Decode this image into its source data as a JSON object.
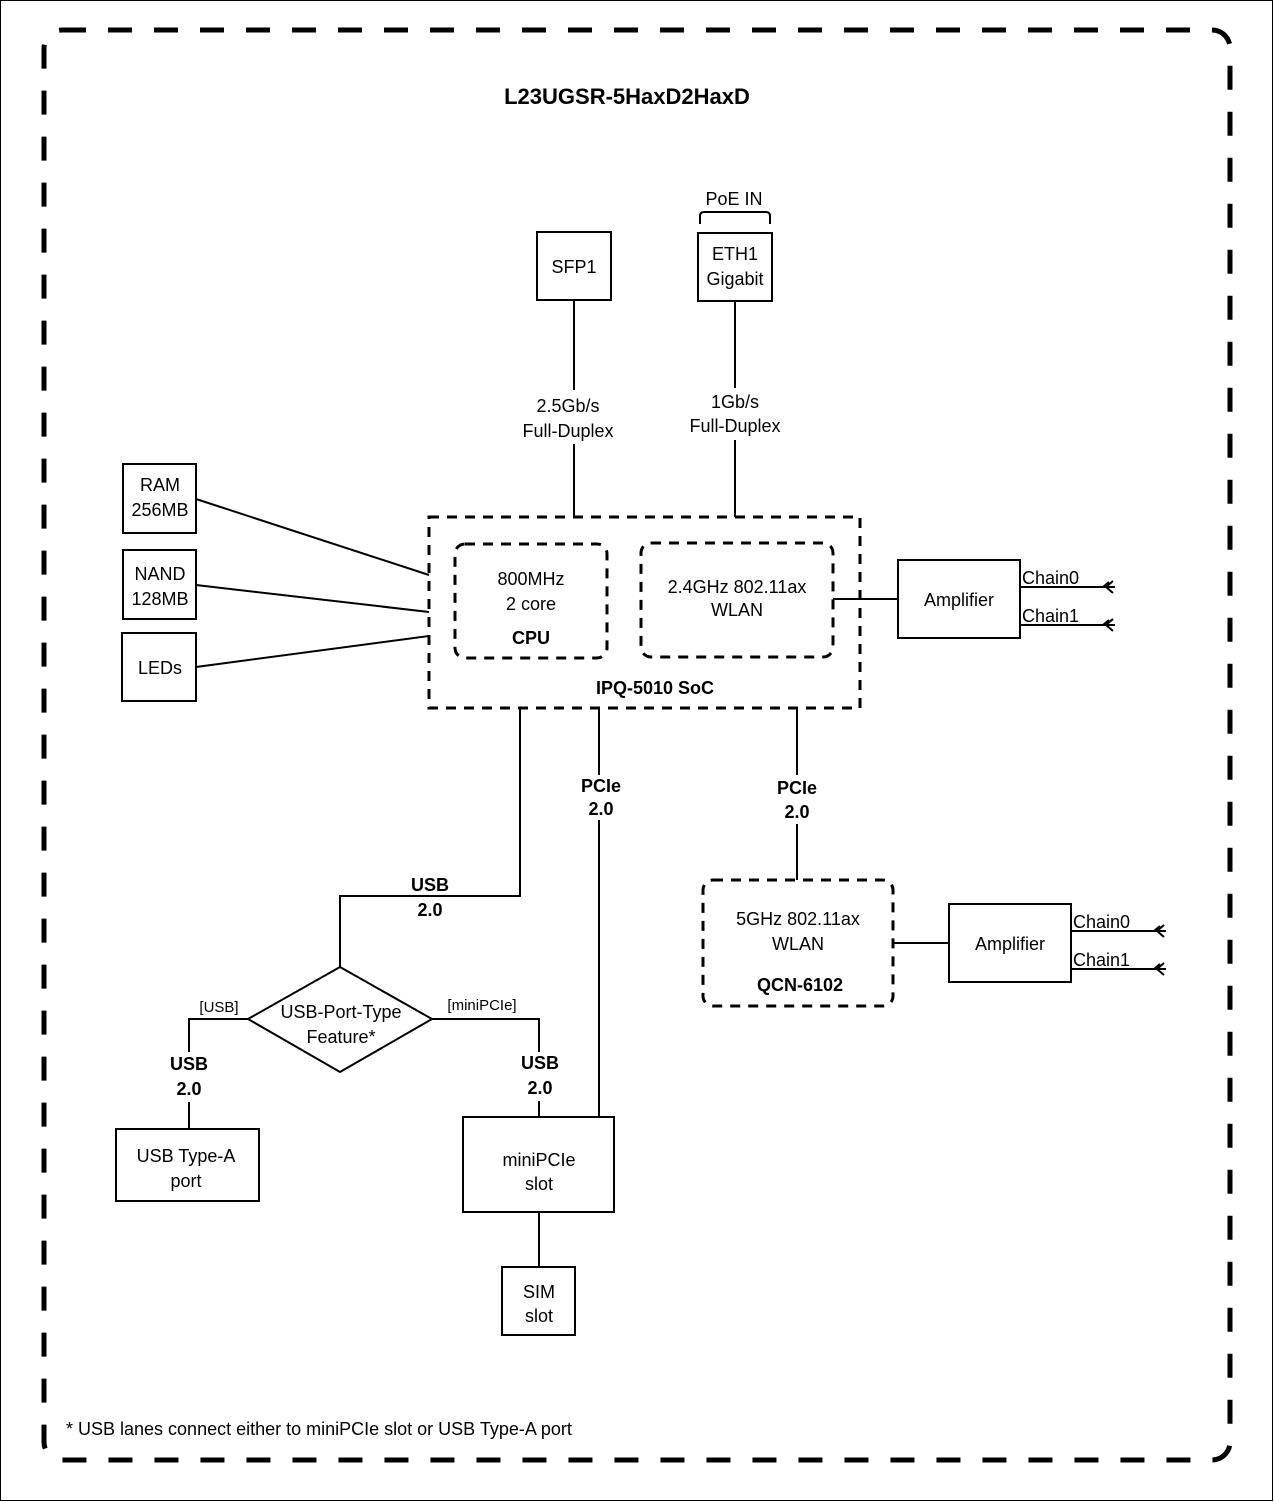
{
  "title": "L23UGSR-5HaxD2HaxD",
  "footnote": "* USB lanes connect either to miniPCIe slot or USB Type-A port",
  "top_ports": {
    "sfp": {
      "label": "SFP1",
      "link": [
        "2.5Gb/s",
        "Full-Duplex"
      ]
    },
    "eth": {
      "label": [
        "ETH1",
        "Gigabit"
      ],
      "brace_label": "PoE IN",
      "link": [
        "1Gb/s",
        "Full-Duplex"
      ]
    }
  },
  "left_peripherals": [
    {
      "label": [
        "RAM",
        "256MB"
      ]
    },
    {
      "label": [
        "NAND",
        "128MB"
      ]
    },
    {
      "label": [
        "LEDs"
      ]
    }
  ],
  "soc": {
    "name": "IPQ-5010 SoC",
    "cpu": {
      "lines": [
        "800MHz",
        "2 core"
      ],
      "name": "CPU"
    },
    "wlan": {
      "lines": [
        "2.4GHz 802.11ax",
        "WLAN"
      ]
    },
    "amplifier": {
      "label": "Amplifier",
      "chains": [
        "Chain0",
        "Chain1"
      ]
    }
  },
  "buses": {
    "usb_main": [
      "USB",
      "2.0"
    ],
    "pcie_left": [
      "PCIe",
      "2.0"
    ],
    "pcie_right": [
      "PCIe",
      "2.0"
    ],
    "usb_left": [
      "USB",
      "2.0"
    ],
    "usb_right": [
      "USB",
      "2.0"
    ]
  },
  "wlan5": {
    "lines": [
      "5GHz 802.11ax",
      "WLAN"
    ],
    "name": "QCN-6102",
    "amplifier": {
      "label": "Amplifier",
      "chains": [
        "Chain0",
        "Chain1"
      ]
    }
  },
  "decision": {
    "lines": [
      "USB-Port-Type",
      "Feature*"
    ],
    "left_branch": "[USB]",
    "right_branch": "[miniPCIe]"
  },
  "bottom": {
    "usb_port": [
      "USB Type-A",
      "port"
    ],
    "minipcie": [
      "miniPCIe",
      "slot"
    ],
    "sim": [
      "SIM",
      "slot"
    ]
  }
}
